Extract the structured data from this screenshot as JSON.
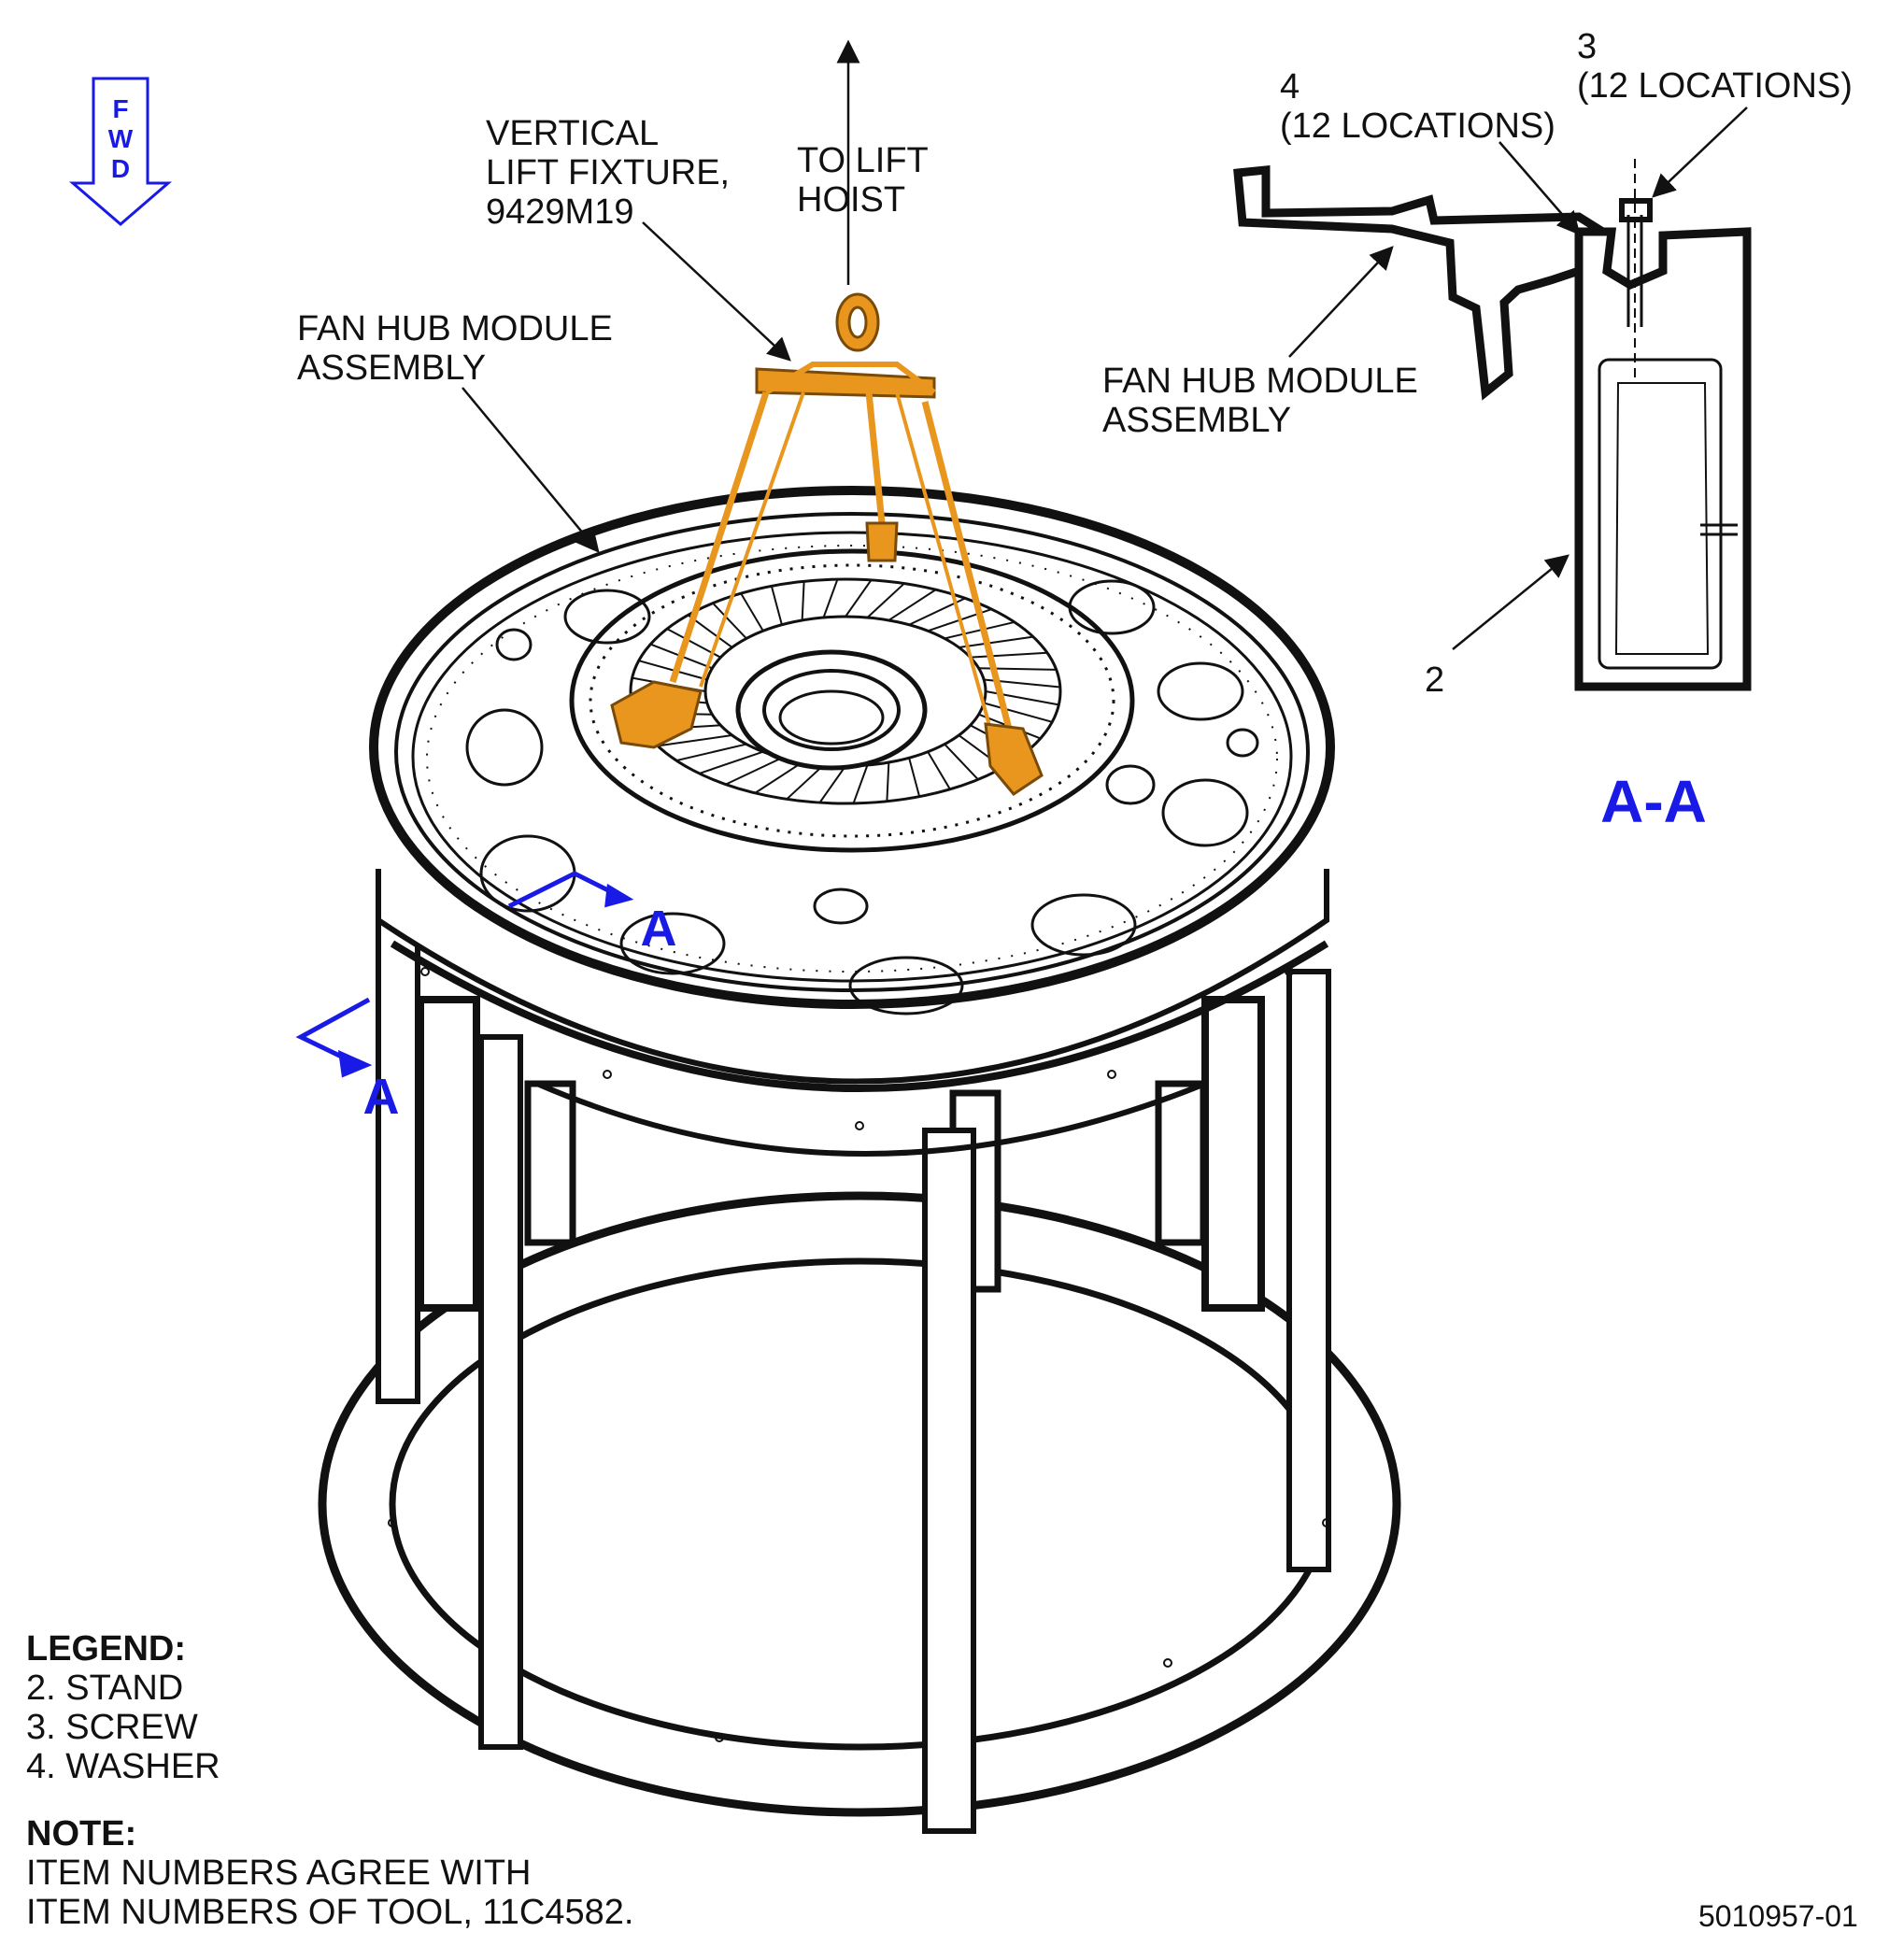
{
  "labels": {
    "fwd": [
      "F",
      "W",
      "D"
    ],
    "lift_fixture": [
      "VERTICAL",
      "LIFT FIXTURE,",
      "9429M19"
    ],
    "to_lift_hoist": [
      "TO LIFT",
      "HOIST"
    ],
    "fan_hub_main": [
      "FAN HUB MODULE",
      "ASSEMBLY"
    ],
    "fan_hub_detail": [
      "FAN HUB MODULE",
      "ASSEMBLY"
    ],
    "item4": [
      "4",
      "(12 LOCATIONS)"
    ],
    "item3": [
      "3",
      "(12 LOCATIONS)"
    ],
    "item2": "2",
    "section_title": "A-A",
    "section_marker": "A"
  },
  "legend": {
    "title": "LEGEND:",
    "items": [
      "2. STAND",
      "3. SCREW",
      "4. WASHER"
    ]
  },
  "note": {
    "title": "NOTE:",
    "lines": [
      "ITEM NUMBERS AGREE WITH",
      "ITEM NUMBERS OF TOOL, 11C4582."
    ]
  },
  "figure_id": "5010957-01",
  "colors": {
    "line": "#111111",
    "accent_blue": "#1a1ae6",
    "fixture_orange": "#e8961e",
    "fixture_outline": "#7a4a08"
  }
}
